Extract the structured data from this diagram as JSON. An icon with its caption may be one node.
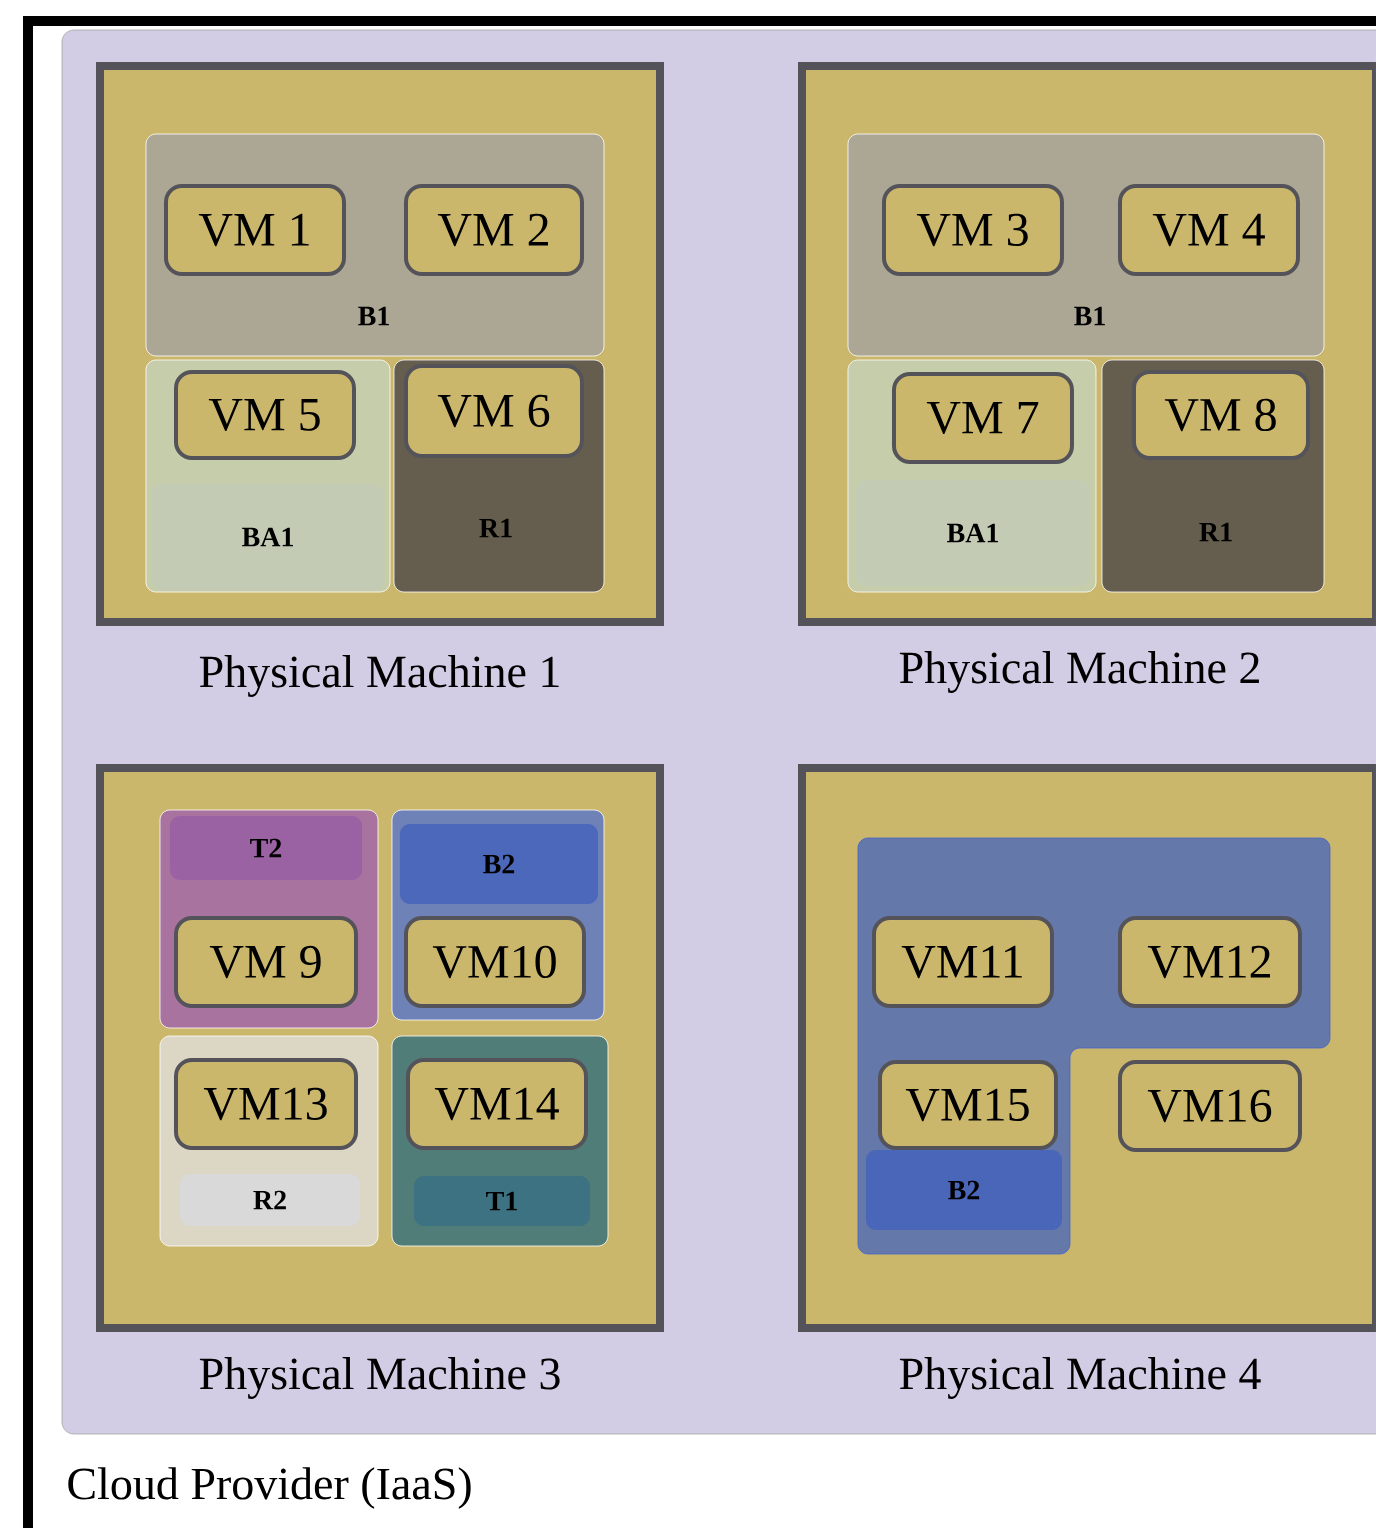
{
  "diagram": {
    "nodes": [
      {
        "text": [
          "Cloud Provider (IaaS)"
        ]
      },
      {
        "text": [
          "Physical Machine 1"
        ],
        "in": 0
      },
      {
        "text": [
          "B1"
        ],
        "in": 1
      },
      {
        "text": [
          "VM 1"
        ],
        "in": 2
      },
      {
        "text": [
          "VM 2"
        ],
        "in": 2
      },
      {
        "text": [
          "BA1"
        ],
        "in": 1
      },
      {
        "text": [
          "VM 5"
        ],
        "in": 5
      },
      {
        "text": [
          "R1"
        ],
        "in": 1
      },
      {
        "text": [
          "VM 6"
        ],
        "in": 7
      },
      {
        "text": [
          "Physical Machine 2"
        ],
        "in": 0
      },
      {
        "text": [
          "B1"
        ],
        "in": 9
      },
      {
        "text": [
          "VM 3"
        ],
        "in": 10
      },
      {
        "text": [
          "VM 4"
        ],
        "in": 10
      },
      {
        "text": [
          "BA1"
        ],
        "in": 9
      },
      {
        "text": [
          "VM 7"
        ],
        "in": 13
      },
      {
        "text": [
          "R1"
        ],
        "in": 9
      },
      {
        "text": [
          "VM 8"
        ],
        "in": 15
      },
      {
        "text": [
          "Physical Machine 3"
        ],
        "in": 0
      },
      {
        "text": [
          "T2"
        ],
        "in": 17
      },
      {
        "text": [
          "VM 9"
        ],
        "in": 18
      },
      {
        "text": [
          "B2"
        ],
        "in": 17
      },
      {
        "text": [
          "VM10"
        ],
        "in": 20
      },
      {
        "text": [
          "R2"
        ],
        "in": 17
      },
      {
        "text": [
          "VM13"
        ],
        "in": 22
      },
      {
        "text": [
          "T1"
        ],
        "in": 17
      },
      {
        "text": [
          "VM14"
        ],
        "in": 24
      },
      {
        "text": [
          "Physical Machine 4"
        ],
        "in": 0
      },
      {
        "text": [
          "B2"
        ],
        "in": 26
      },
      {
        "text": [
          "VM11"
        ],
        "in": 27
      },
      {
        "text": [
          "VM12"
        ],
        "in": 27
      },
      {
        "text": [
          "VM15"
        ],
        "in": 27
      },
      {
        "text": [
          "VM16"
        ],
        "in": 26
      }
    ]
  }
}
